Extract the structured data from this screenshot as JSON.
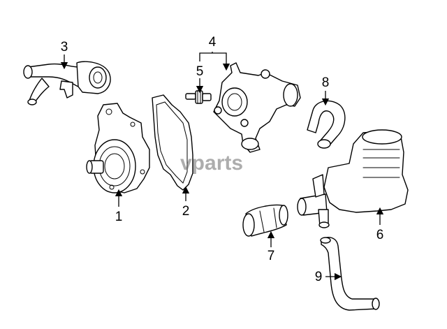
{
  "watermark": "vparts",
  "callouts": {
    "c1": "1",
    "c2": "2",
    "c3": "3",
    "c4": "4",
    "c5": "5",
    "c6": "6",
    "c7": "7",
    "c8": "8",
    "c9": "9"
  },
  "colors": {
    "line": "#000000",
    "fill": "#ffffff",
    "watermark": "#6b6b6b"
  }
}
